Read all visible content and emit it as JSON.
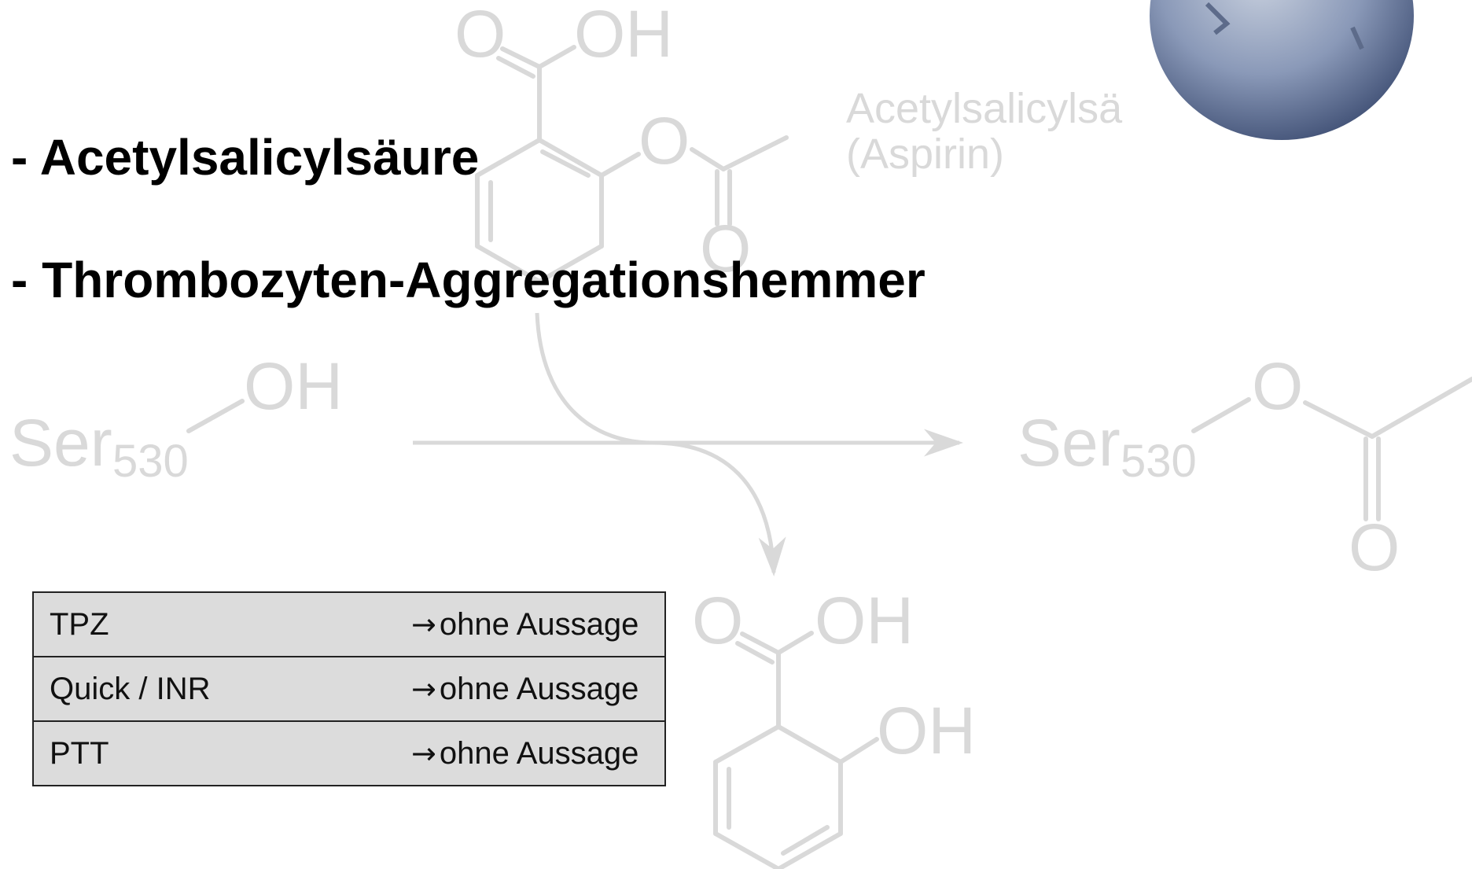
{
  "aspirin_label": {
    "line1": "Acetylsalicylsä",
    "line2": "(Aspirin)"
  },
  "bullets": [
    "- Acetylsalicylsäure",
    "- Thrombozyten-Aggregationshemmer"
  ],
  "molecule_labels": {
    "aspirin_carbonyl_o": "O",
    "aspirin_oh": "OH",
    "aspirin_ester_o": "O",
    "aspirin_acetyl_o": "O",
    "ser_left": "Ser",
    "ser_left_sub": "530",
    "ser_left_oh": "OH",
    "ser_right": "Ser",
    "ser_right_sub": "530",
    "ser_right_o": "O",
    "ser_right_carbonyl_o": "O",
    "salicylic_carbonyl_o": "O",
    "salicylic_oh_acid": "OH",
    "salicylic_oh_phenol": "OH"
  },
  "lab_table": {
    "arrow_glyph": "→",
    "rows": [
      {
        "test": "TPZ",
        "result": "ohne Aussage"
      },
      {
        "test": "Quick / INR",
        "result": "ohne Aussage"
      },
      {
        "test": "PTT",
        "result": "ohne Aussage"
      }
    ]
  },
  "colors": {
    "faint_structure": "#d9d9d9",
    "table_fill": "#dcdcdc",
    "tablet_blue": "#7e8fb1"
  },
  "icons": {
    "tablet": "aspirin-tablet-photo"
  }
}
